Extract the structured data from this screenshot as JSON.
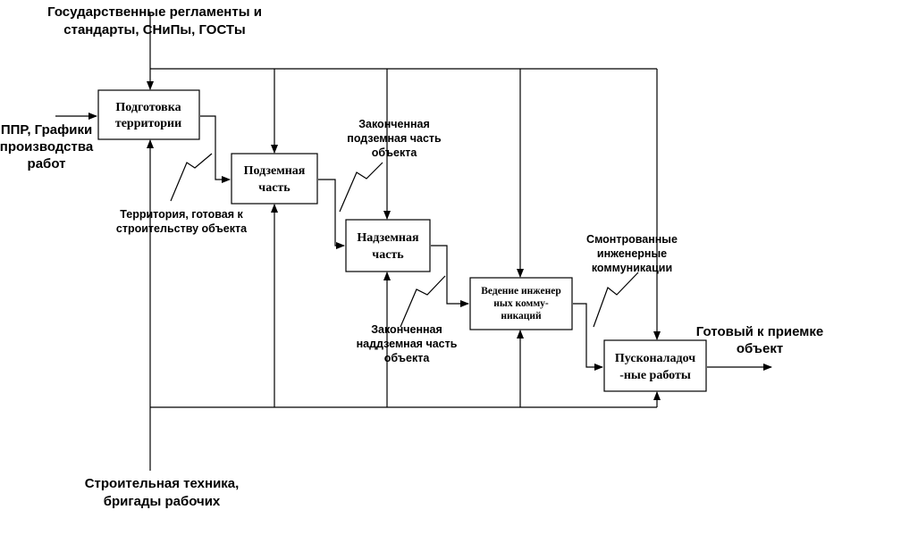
{
  "controls": {
    "top_line1": "Государственные регламенты и",
    "top_line2": "стандарты, СНиПы, ГОСТы"
  },
  "inputs": {
    "left_line1": "ППР, Графики",
    "left_line2": "производства",
    "left_line3": "работ"
  },
  "mechanisms": {
    "bottom_line1": "Строительная техника,",
    "bottom_line2": "бригады рабочих"
  },
  "output": {
    "line1": "Готовый к приемке",
    "line2": "объект"
  },
  "boxes": [
    {
      "line1": "Подготовка",
      "line2": "территории"
    },
    {
      "line1": "Подземная",
      "line2": "часть"
    },
    {
      "line1": "Надземная",
      "line2": "часть"
    },
    {
      "line1": "Ведение инженер",
      "line2": "ных комму-",
      "line3": "никаций"
    },
    {
      "line1": "Пусконаладоч",
      "line2": "-ные работы"
    }
  ],
  "arrow_labels": {
    "territory_line1": "Территория, готовая к",
    "territory_line2": "строительству объекта",
    "underground_line1": "Законченная",
    "underground_line2": "подземная часть",
    "underground_line3": "объекта",
    "aboveground_line1": "Законченная",
    "aboveground_line2": "наддземная часть",
    "aboveground_line3": "объекта",
    "comms_line1": "Смонтрованные",
    "comms_line2": "инженерные",
    "comms_line3": "коммуникации"
  }
}
